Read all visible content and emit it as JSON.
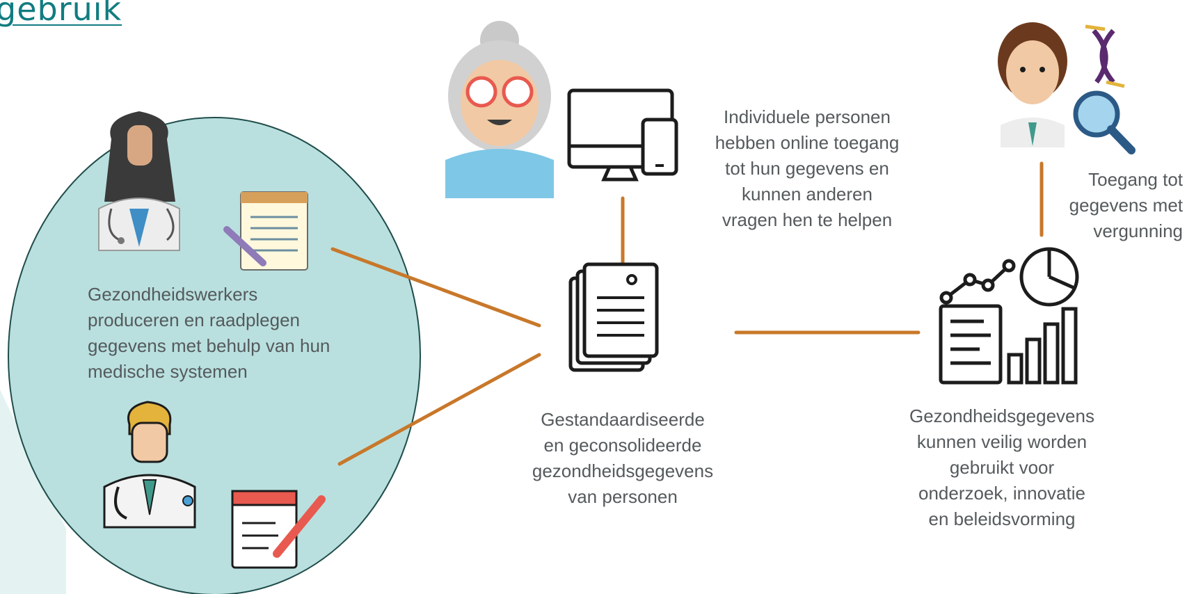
{
  "heading": {
    "link_text": "gebruik"
  },
  "nodes": {
    "health_workers": {
      "caption": "Gezondheidswerkers\nproduceren en raadplegen\ngegevens met behulp van hun\nmedische systemen",
      "icons": [
        "female-doctor-icon",
        "notepad-pencil-icon",
        "male-doctor-icon",
        "calendar-pencil-icon"
      ]
    },
    "individuals": {
      "caption": "Individuele personen\nhebben online toegang\ntot hun gegevens en\nkunnen anderen\nvragen hen te helpen",
      "icons": [
        "elderly-woman-icon",
        "computer-phone-icon"
      ]
    },
    "standardized_data": {
      "caption": "Gestandaardiseerde\nen geconsolideerde\ngezondheidsgegevens\nvan personen",
      "icons": [
        "documents-stack-icon"
      ]
    },
    "secondary_use": {
      "caption": "Gezondheidsgegevens\nkunnen veilig worden\ngebruikt voor\nonderzoek, innovatie\nen beleidsvorming",
      "icons": [
        "data-analytics-icon"
      ]
    },
    "researcher": {
      "caption": "Toegang tot\ngegevens met\nvergunning",
      "icons": [
        "researcher-icon",
        "dna-icon",
        "magnifier-icon"
      ]
    }
  },
  "colors": {
    "heading": "#117c80",
    "connector": "#c8782a",
    "ellipse_fill": "#b9e0df",
    "ellipse_stroke": "#1f4d4a",
    "bg_shape": "#e4f3f2",
    "caption_text": "#555a5c",
    "icon_stroke": "#1c1c1c"
  }
}
